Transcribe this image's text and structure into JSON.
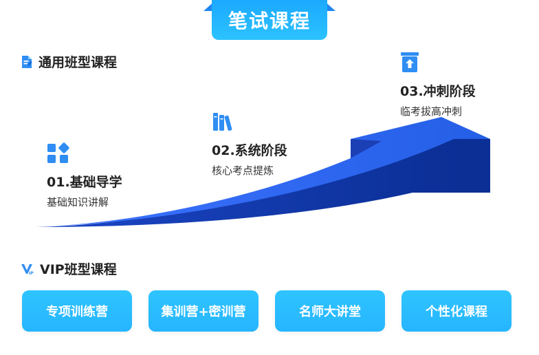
{
  "banner": {
    "title": "笔试课程"
  },
  "general": {
    "header": "通用班型课程",
    "icon": "document-icon",
    "stages": [
      {
        "icon": "grid-blocks-icon",
        "title": "01.基础导学",
        "subtitle": "基础知识讲解"
      },
      {
        "icon": "books-icon",
        "title": "02.系统阶段",
        "subtitle": "核心考点提炼"
      },
      {
        "icon": "upload-tray-icon",
        "title": "03.冲刺阶段",
        "subtitle": "临考拔高冲刺"
      }
    ]
  },
  "vip": {
    "header": "VIP班型课程",
    "icon": "vip-logo-icon",
    "buttons": [
      "专项训练营",
      "集训营+密训营",
      "名师大讲堂",
      "个性化课程"
    ]
  },
  "colors": {
    "banner": "#22b6ff",
    "accent_blue": "#2f63f0",
    "deep_blue": "#0b2f95",
    "button": "#2cbdff"
  }
}
